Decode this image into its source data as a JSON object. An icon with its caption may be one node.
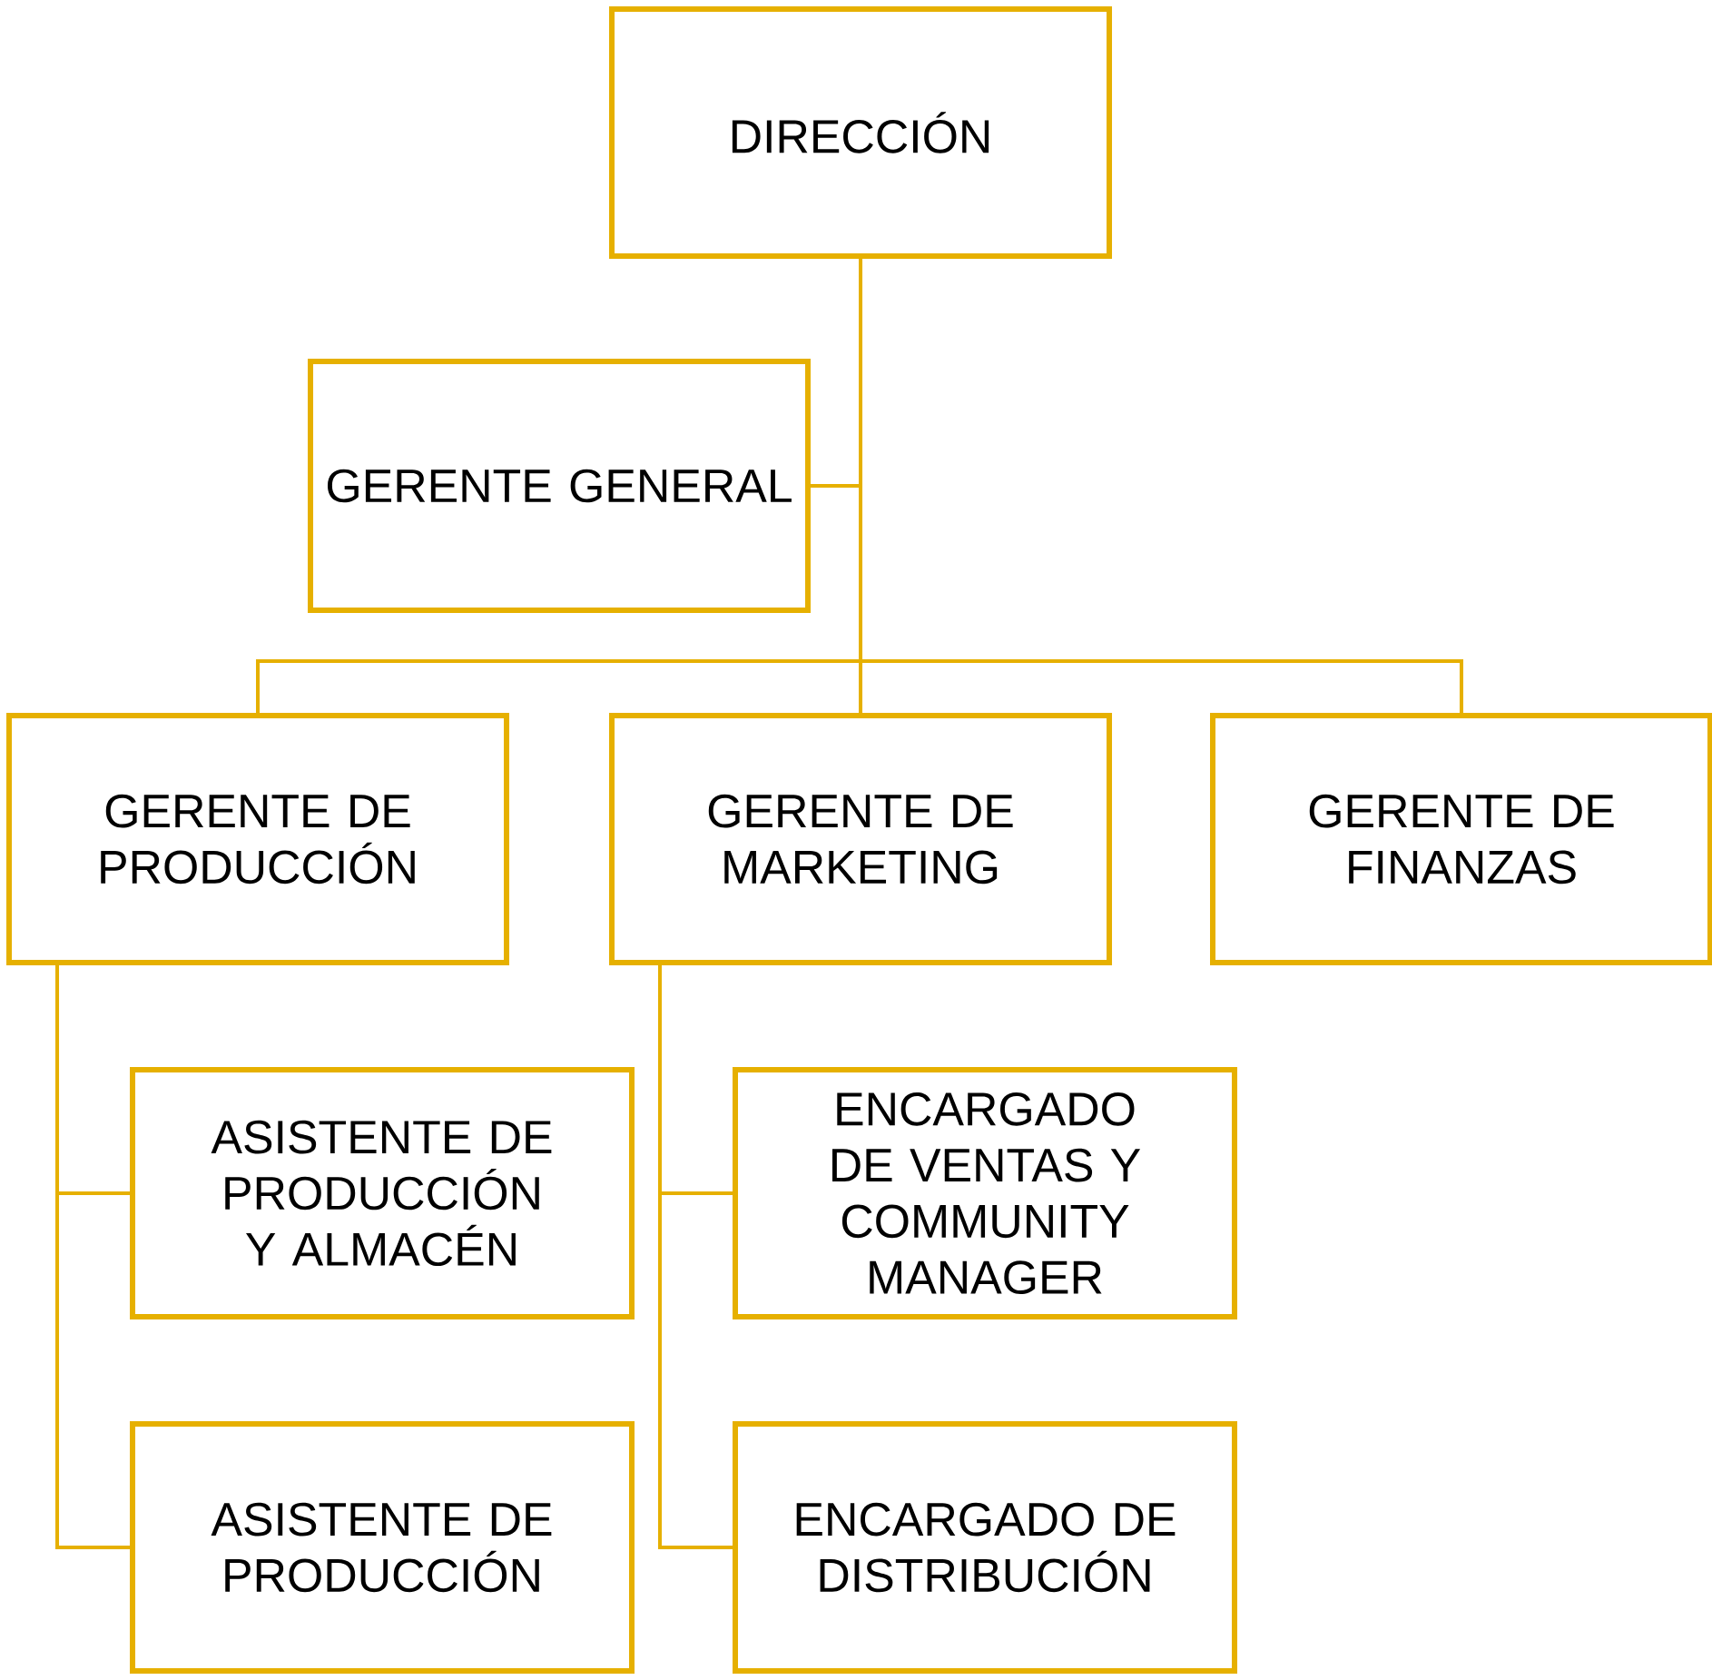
{
  "diagram": {
    "nodes": [
      {
        "text": [
          "DIRECCIÓN"
        ]
      },
      {
        "text": [
          "GERENTE GENERAL"
        ]
      },
      {
        "text": [
          "GERENTE DE PRODUCCIÓN"
        ]
      },
      {
        "text": [
          "GERENTE DE MARKETING"
        ]
      },
      {
        "text": [
          "GERENTE DE FINANZAS"
        ]
      },
      {
        "text": [
          "ASISTENTE DE PRODUCCIÓN Y ALMACÉN"
        ]
      },
      {
        "text": [
          "ASISTENTE DE PRODUCCIÓN"
        ]
      },
      {
        "text": [
          "ENCARGADO DE VENTAS Y COMMUNITY MANAGER"
        ]
      },
      {
        "text": [
          "ENCARGADO DE DISTRIBUCIÓN"
        ]
      }
    ],
    "edges": [
      {
        "from": 0,
        "to": 1,
        "arrow": "none"
      },
      {
        "from": 0,
        "to": 2,
        "arrow": "none"
      },
      {
        "from": 0,
        "to": 3,
        "arrow": "none"
      },
      {
        "from": 0,
        "to": 4,
        "arrow": "none"
      },
      {
        "from": 2,
        "to": 5,
        "arrow": "none"
      },
      {
        "from": 2,
        "to": 6,
        "arrow": "none"
      },
      {
        "from": 3,
        "to": 7,
        "arrow": "none"
      },
      {
        "from": 3,
        "to": 8,
        "arrow": "none"
      }
    ]
  }
}
